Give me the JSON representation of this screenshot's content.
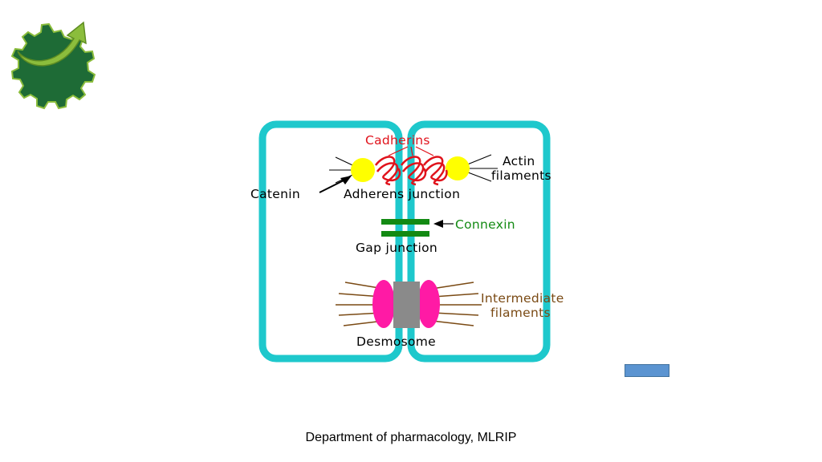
{
  "diagram": {
    "labels": {
      "cadherins": "Cadherins",
      "actin_line1": "Actin",
      "actin_line2": "filaments",
      "catenin": "Catenin",
      "adherens": "Adherens junction",
      "connexin": "Connexin",
      "gap": "Gap junction",
      "intermediate_line1": "Intermediate",
      "intermediate_line2": "filaments",
      "desmosome": "Desmosome"
    },
    "colors": {
      "cell_membrane": "#1ec8cc",
      "cadherin": "#e0121b",
      "catenin": "#ffff00",
      "connexin": "#138a13",
      "desmosome_plaque": "#ff1aa5",
      "desmosome_core": "#8a8a8a",
      "intermediate_filament": "#7a4a14"
    }
  },
  "footer": {
    "text": "Department of pharmacology, MLRIP"
  },
  "logo": {
    "icon": "institution-gear-arrow-logo",
    "colors": {
      "gear": "#1e6b36",
      "arrow": "#8bbd3c"
    }
  }
}
